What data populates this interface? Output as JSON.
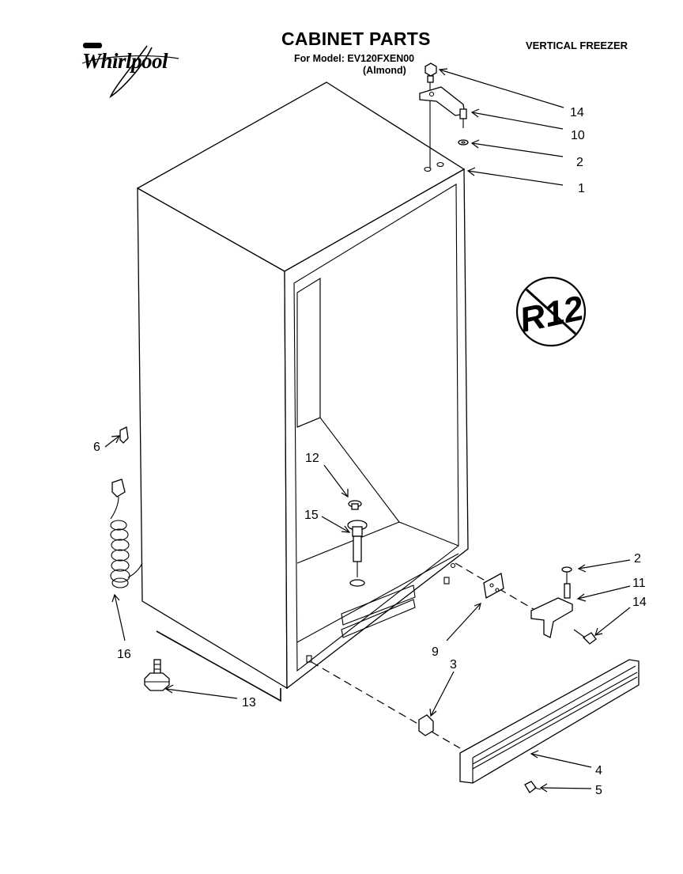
{
  "header": {
    "brand_logo_text": "Whirlpool",
    "title": "CABINET PARTS",
    "model_line": "For Model: EV120FXEN00",
    "color_line": "(Almond)",
    "product_type": "VERTICAL FREEZER"
  },
  "badge": {
    "text": "R12",
    "meaning": "no-r12-symbol"
  },
  "callouts": {
    "c14_top": "14",
    "c10": "10",
    "c2_top": "2",
    "c1": "1",
    "c6": "6",
    "c12": "12",
    "c15": "15",
    "c2_lower": "2",
    "c11": "11",
    "c14_lower": "14",
    "c9": "9",
    "c3": "3",
    "c16": "16",
    "c13": "13",
    "c4": "4",
    "c5": "5"
  }
}
